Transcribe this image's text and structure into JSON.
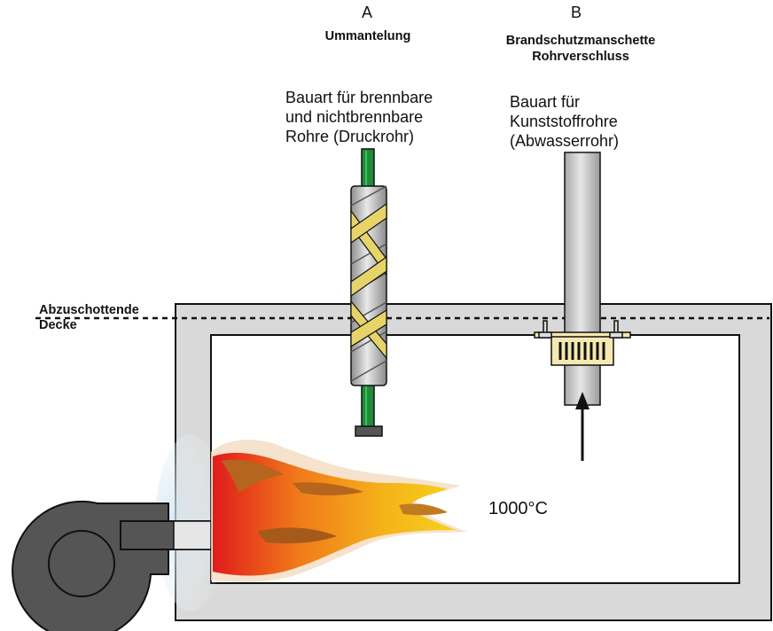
{
  "column_a": {
    "letter": "A",
    "title": "Ummantelung",
    "description": "Bauart für brennbare\nund nichtbrennbare\nRohre (Druckrohr)"
  },
  "column_b": {
    "letter": "B",
    "title": "Brandschutzmanschette\nRohrverschluss",
    "description": "Bauart für\nKunststoffrohre\n(Abwasserrohr)"
  },
  "ceiling_label": "Abzuschottende\nDecke",
  "temperature_label": "1000°C",
  "colors": {
    "concrete": "#d9d9d9",
    "green_pipe": "#1f8a3a",
    "wrap_yellow": "#e6d46a",
    "plastic_pipe": "#c9c9c9",
    "collar": "#f5e9b0",
    "blower": "#555555",
    "flame_core": "#e11b1b",
    "flame_tip": "#f6d21a"
  }
}
